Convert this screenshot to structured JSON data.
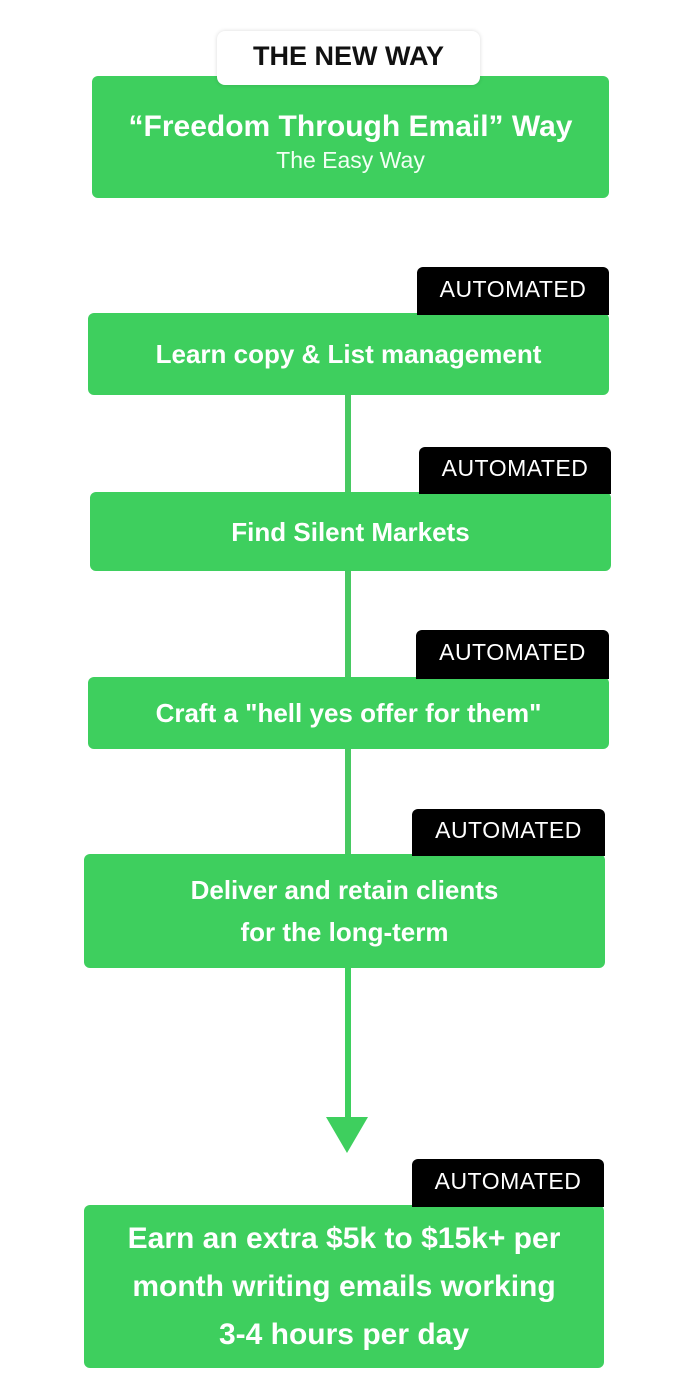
{
  "header": {
    "tab_label": "THE NEW WAY",
    "title": "“Freedom Through Email” Way",
    "subtitle": "The Easy Way"
  },
  "badge_label": "AUTOMATED",
  "steps": [
    {
      "badge": "AUTOMATED",
      "lines": [
        "Learn copy & List management"
      ]
    },
    {
      "badge": "AUTOMATED",
      "lines": [
        "Find Silent Markets"
      ]
    },
    {
      "badge": "AUTOMATED",
      "lines": [
        "Craft a \"hell yes offer for them\""
      ]
    },
    {
      "badge": "AUTOMATED",
      "lines": [
        "Deliver and retain clients",
        "for the long-term"
      ]
    },
    {
      "badge": "AUTOMATED",
      "lines": [
        "Earn an extra $5k to $15k+ per",
        "month writing emails working",
        "3-4 hours per day"
      ]
    }
  ],
  "colors": {
    "box_green": "#3ecf5e",
    "connector_green": "#48c962",
    "badge_black": "#000000",
    "text_white": "#ffffff"
  },
  "icons": {
    "flow_arrow": "arrow-down-icon"
  }
}
